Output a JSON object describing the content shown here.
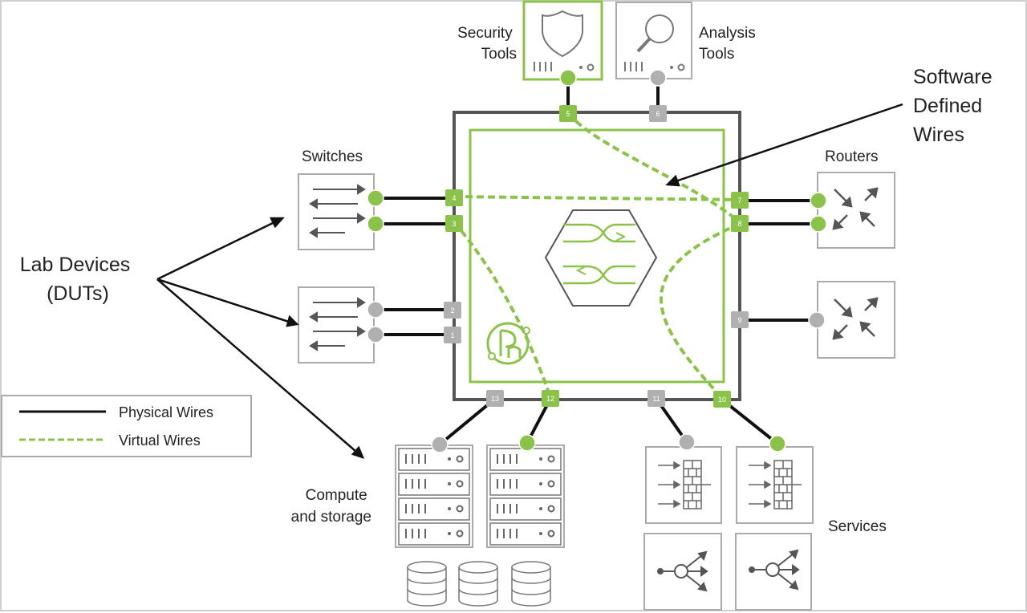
{
  "labels": {
    "security_tools": [
      "Security",
      "Tools"
    ],
    "analysis_tools": [
      "Analysis",
      "Tools"
    ],
    "software_defined_wires": [
      "Software",
      "Defined",
      "Wires"
    ],
    "switches": "Switches",
    "routers": "Routers",
    "lab_devices": [
      "Lab Devices",
      "(DUTs)"
    ],
    "compute_storage": [
      "Compute",
      "and storage"
    ],
    "services": "Services"
  },
  "legend": {
    "physical": "Physical Wires",
    "virtual": "Virtual Wires"
  },
  "ports": {
    "security": "5",
    "analysis": "6",
    "switch_a_top": "4",
    "switch_a_bottom": "3",
    "switch_b_top": "2",
    "switch_b_bottom": "1",
    "router_a_top": "7",
    "router_a_bottom": "8",
    "router_b": "9",
    "compute_left": "13",
    "compute_right": "12",
    "services_left": "11",
    "services_right": "10"
  },
  "colors": {
    "green": "#8bc34a",
    "physical": "#111111",
    "frame": "#555555",
    "inactive": "#b0b0b0"
  }
}
